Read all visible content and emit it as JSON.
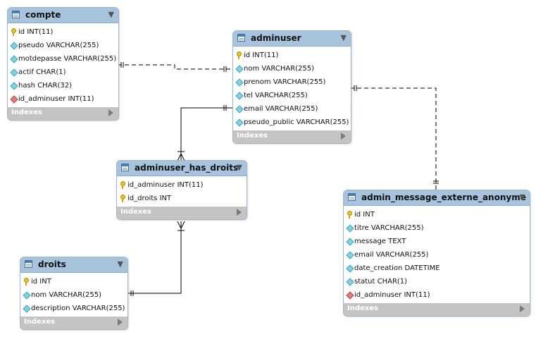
{
  "indexes_label": "Indexes",
  "tables": {
    "compte": {
      "name": "compte",
      "columns": [
        {
          "text": "id INT(11)",
          "kind": "key"
        },
        {
          "text": "pseudo VARCHAR(255)",
          "kind": "column"
        },
        {
          "text": "motdepasse VARCHAR(255)",
          "kind": "column"
        },
        {
          "text": "actif CHAR(1)",
          "kind": "column"
        },
        {
          "text": "hash CHAR(32)",
          "kind": "column"
        },
        {
          "text": "id_adminuser INT(11)",
          "kind": "foreign-key"
        }
      ]
    },
    "adminuser": {
      "name": "adminuser",
      "columns": [
        {
          "text": "id INT(11)",
          "kind": "key"
        },
        {
          "text": "nom VARCHAR(255)",
          "kind": "column"
        },
        {
          "text": "prenom VARCHAR(255)",
          "kind": "column"
        },
        {
          "text": "tel VARCHAR(255)",
          "kind": "column"
        },
        {
          "text": "email VARCHAR(255)",
          "kind": "column"
        },
        {
          "text": "pseudo_public VARCHAR(255)",
          "kind": "column"
        }
      ]
    },
    "adminuser_has_droits": {
      "name": "adminuser_has_droits",
      "columns": [
        {
          "text": "id_adminuser INT(11)",
          "kind": "key"
        },
        {
          "text": "id_droits INT",
          "kind": "key"
        }
      ]
    },
    "droits": {
      "name": "droits",
      "columns": [
        {
          "text": "id INT",
          "kind": "key"
        },
        {
          "text": "nom VARCHAR(255)",
          "kind": "column"
        },
        {
          "text": "description VARCHAR(255)",
          "kind": "column"
        }
      ]
    },
    "admin_message_externe_anonyme": {
      "name": "admin_message_externe_anonyme",
      "columns": [
        {
          "text": "id INT",
          "kind": "key"
        },
        {
          "text": "titre VARCHAR(255)",
          "kind": "column"
        },
        {
          "text": "message TEXT",
          "kind": "column"
        },
        {
          "text": "email VARCHAR(255)",
          "kind": "column"
        },
        {
          "text": "date_creation DATETIME",
          "kind": "column"
        },
        {
          "text": "statut CHAR(1)",
          "kind": "column"
        },
        {
          "text": "id_adminuser INT(11)",
          "kind": "foreign-key"
        }
      ]
    }
  },
  "relationships": [
    {
      "from": "compte",
      "to": "adminuser",
      "style": "dashed"
    },
    {
      "from": "adminuser",
      "to": "adminuser_has_droits",
      "style": "solid"
    },
    {
      "from": "droits",
      "to": "adminuser_has_droits",
      "style": "solid"
    },
    {
      "from": "adminuser",
      "to": "admin_message_externe_anonyme",
      "style": "dashed"
    }
  ]
}
